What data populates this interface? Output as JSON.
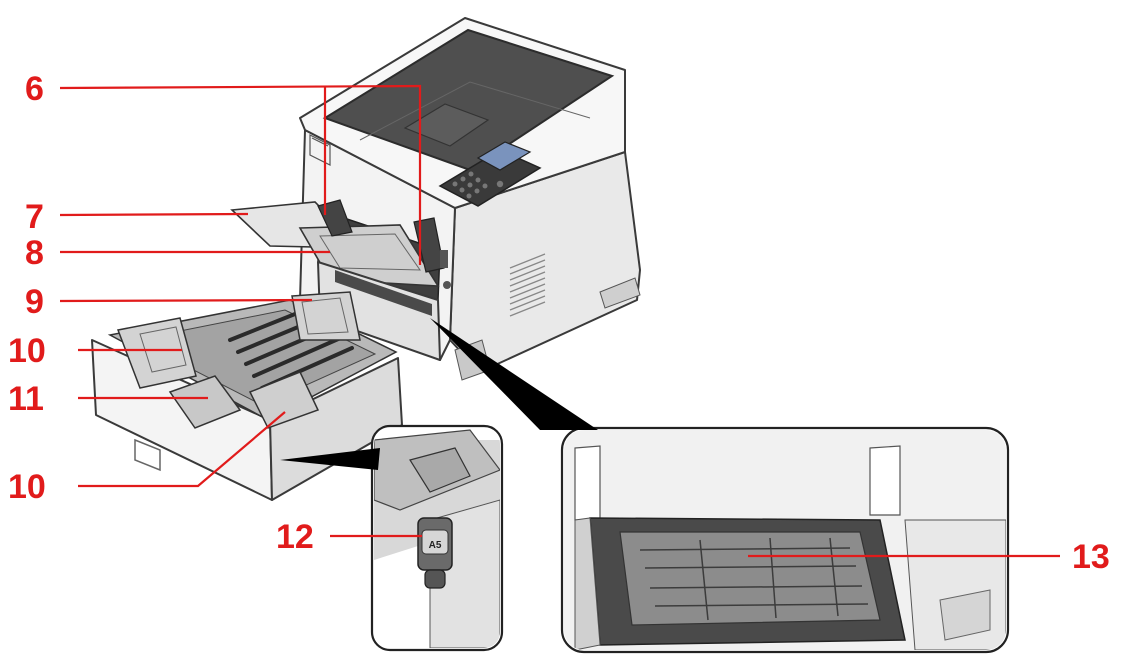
{
  "colors": {
    "callout": "#e11b1b",
    "body_light": "#f4f4f4",
    "body_mid": "#d9d9d9",
    "body_dark": "#8a8a8a",
    "top_panel": "#4a4a4a",
    "screen": "#6e8ab5"
  },
  "callouts": [
    {
      "id": "c6",
      "label": "6"
    },
    {
      "id": "c7",
      "label": "7"
    },
    {
      "id": "c8",
      "label": "8"
    },
    {
      "id": "c9",
      "label": "9"
    },
    {
      "id": "c10a",
      "label": "10"
    },
    {
      "id": "c11",
      "label": "11"
    },
    {
      "id": "c10b",
      "label": "10"
    },
    {
      "id": "c12",
      "label": "12"
    },
    {
      "id": "c13",
      "label": "13"
    }
  ],
  "dial_text": "A5"
}
